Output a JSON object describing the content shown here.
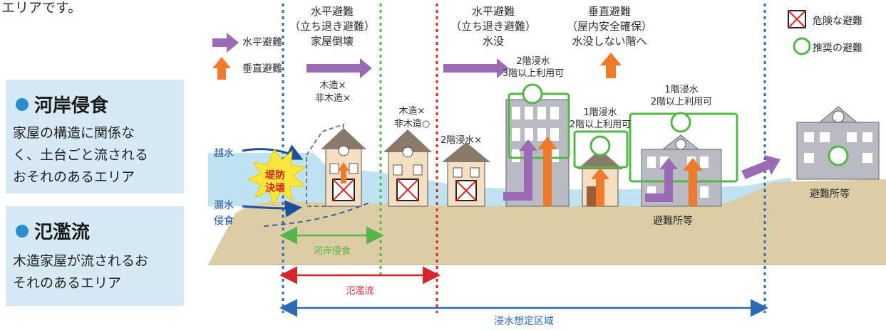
{
  "top_fragment": "エリアです。",
  "panels": [
    {
      "title": "河岸侵食",
      "body": "家屋の構造に関係な\nく、土台ごと流される\nおそれのあるエリア",
      "pattern_color": "#4cae4c"
    },
    {
      "title": "氾濫流",
      "body": "木造家屋が流されるお\nそれのあるエリア",
      "pattern_color": "#e0393a"
    }
  ],
  "legend_left": {
    "horizontal": "水平避難",
    "vertical": "垂直避難"
  },
  "legend_right": {
    "danger": "危険な避難",
    "recommended": "推奨の避難"
  },
  "zones": [
    {
      "id": "z1",
      "lines": [
        "水平避難",
        "（立ち退き避難）",
        "家屋倒壊"
      ]
    },
    {
      "id": "z2",
      "lines": [
        "水平避難",
        "（立ち退き避難）",
        "水没"
      ]
    },
    {
      "id": "z3",
      "lines": [
        "垂直避難",
        "（屋内安全確保）",
        "水没しない階へ"
      ]
    }
  ],
  "labels": {
    "wood1": "木造×",
    "nonwood1": "非木造×",
    "wood2": "木造×",
    "nonwood2": "非木造○",
    "flood2_a": "2階浸水",
    "flood2_b": "3階以上利用可",
    "flood2x": "2階浸水×",
    "flood1_a": "1階浸水",
    "flood1_b": "2階以上利用可",
    "flood1c_a": "1階浸水",
    "flood1c_b": "2階以上利用可",
    "overflow": "越水",
    "leak": "漏水",
    "erosion_mark": "侵食",
    "levee_a": "堤防",
    "levee_b": "決壊",
    "shelter1": "避難所等",
    "shelter2": "避難所等"
  },
  "ranges": {
    "bank_erosion": "河岸侵食",
    "overflow_flow": "氾濫流",
    "inundation_area": "浸水想定区域"
  },
  "colors": {
    "purple": "#9b6bb3",
    "orange": "#ee7a2a",
    "green": "#55b549",
    "red": "#d7262a",
    "blue": "#2d6cb5",
    "water": "#bfe3f1",
    "ground": "#ddcda5"
  }
}
